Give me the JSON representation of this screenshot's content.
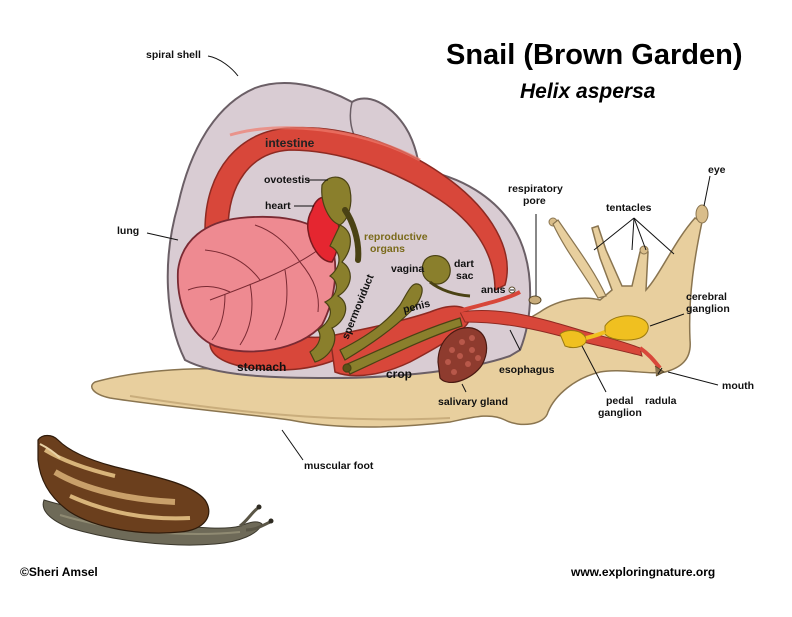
{
  "title": "Snail (Brown Garden)",
  "subtitle": "Helix aspersa",
  "labels": {
    "spiral_shell": "spiral shell",
    "intestine": "intestine",
    "ovotestis": "ovotestis",
    "heart": "heart",
    "lung": "lung",
    "reproductive_1": "reproductive",
    "reproductive_2": "organs",
    "dart_1": "dart",
    "dart_2": "sac",
    "vagina": "vagina",
    "anus": "anus",
    "penis": "penis",
    "spermoviduct": "spermoviduct",
    "stomach": "stomach",
    "crop": "crop",
    "salivary_gland": "salivary gland",
    "esophagus": "esophagus",
    "respiratory_1": "respiratory",
    "respiratory_2": "pore",
    "tentacles": "tentacles",
    "eye": "eye",
    "cerebral_1": "cerebral",
    "cerebral_2": "ganglion",
    "pedal_1": "pedal",
    "pedal_2": "ganglion",
    "radula": "radula",
    "mouth": "mouth",
    "muscular_foot": "muscular foot"
  },
  "copyright": "©Sheri Amsel",
  "website": "www.exploringnature.org",
  "colors": {
    "body": "#e8cf9e",
    "shell": "#d9ccd3",
    "intestine": "#d8473a",
    "lung": "#ee8a91",
    "heart": "#e52630",
    "reproductive": "#8a7f2c",
    "ganglion": "#f0c020"
  }
}
